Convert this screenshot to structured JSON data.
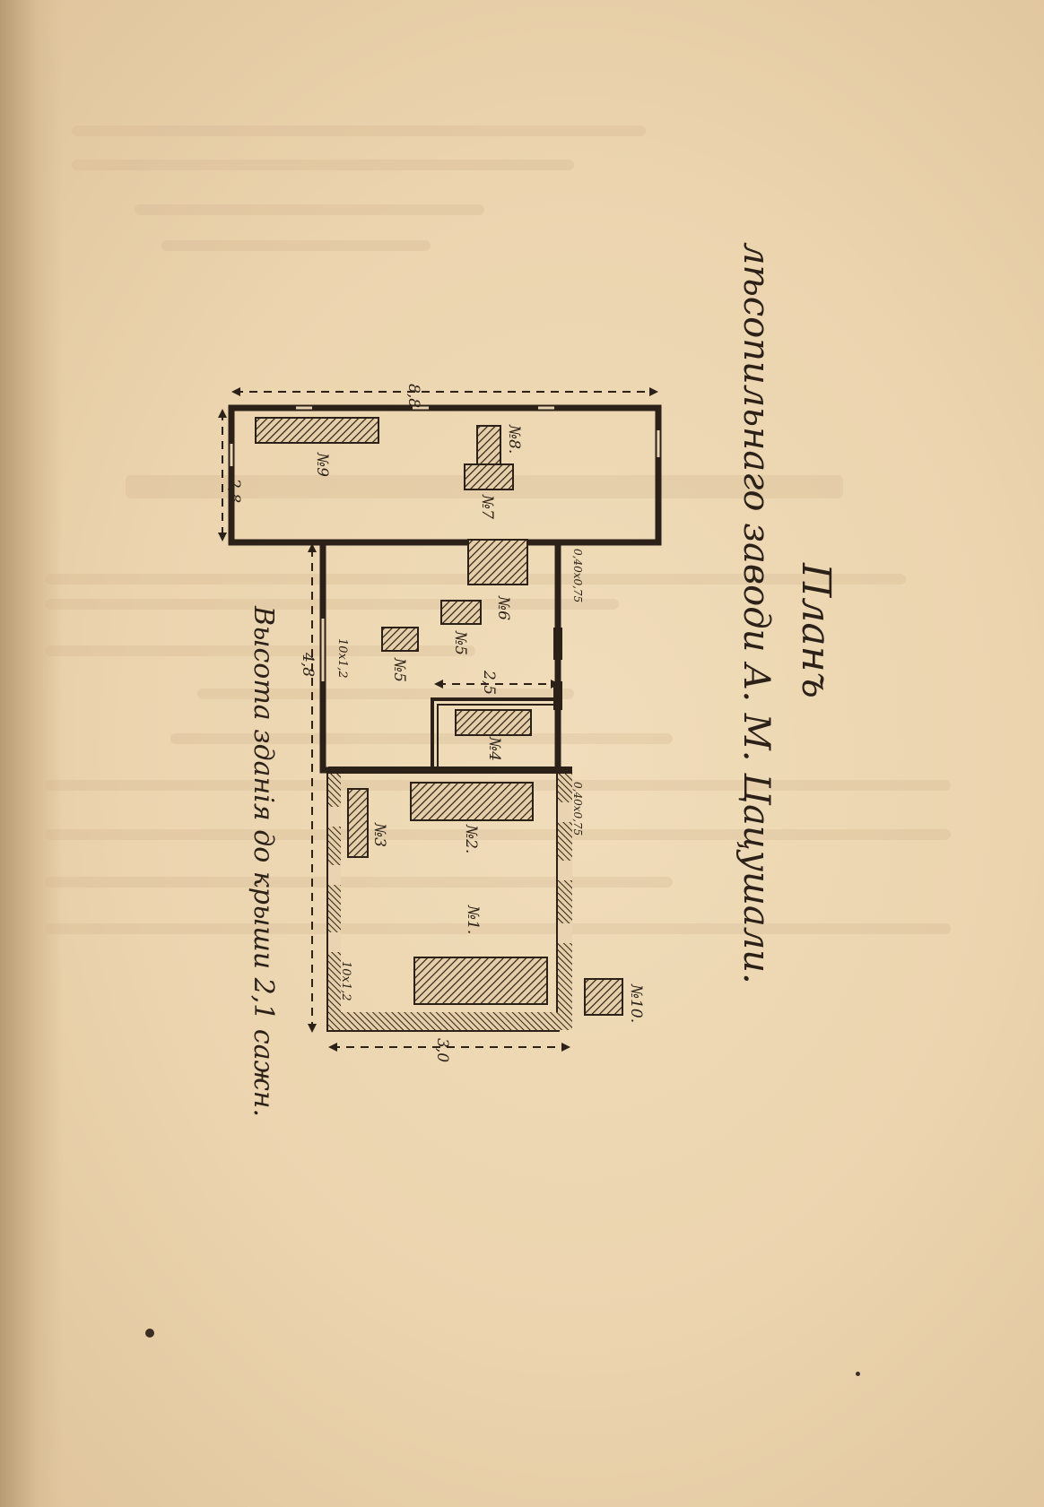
{
  "title": {
    "line1": "Планъ",
    "line2": "лѣсопильнаго заводи А. М. Цацушали."
  },
  "caption": "Высота зданiя до крыши 2,1 сажн.",
  "rooms": {
    "n1": "№1.",
    "n2": "№2.",
    "n3": "№3",
    "n4": "№4",
    "n5a": "№5",
    "n5b": "№5",
    "n6": "№6",
    "n7": "№7",
    "n8": "№8.",
    "n9": "№9",
    "n10": "№10."
  },
  "dimensions": {
    "top_width": "8,8",
    "top_height": "2,8",
    "middle_height": "4,8",
    "bottom_width": "3,0",
    "inner_width": "2,5",
    "opening_a": "10х1,2",
    "opening_b": "10х1,2",
    "opening_c": "0,40х0,75",
    "opening_d": "0,40х0,75"
  },
  "colors": {
    "ink": "#2b2118",
    "paper": "#ecd5b0"
  }
}
